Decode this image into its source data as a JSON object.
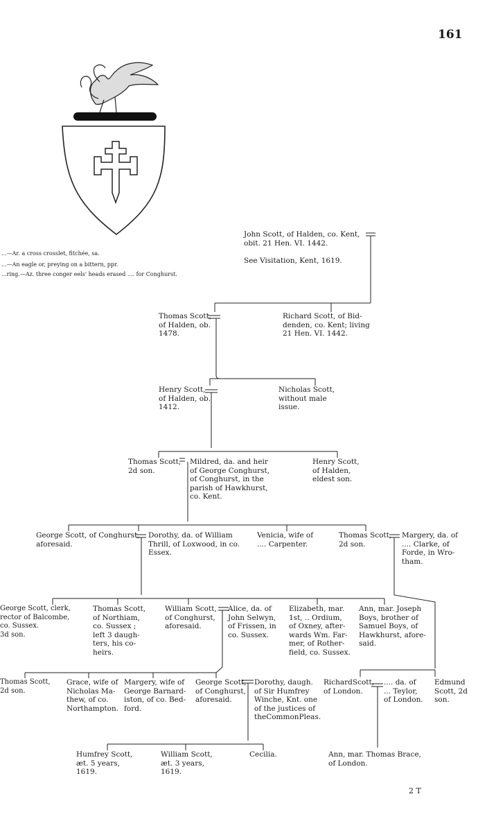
{
  "page": {
    "number": "161",
    "signature": "2 T"
  },
  "arms": [
    "...—Ar. a cross crosslet, fitchée, sa.",
    "...—An eagle or, preying on a bittern, ppr.",
    "...ring.—Az. three conger eels' heads erased .... for Conghurst."
  ],
  "gen1": {
    "john": "John Scott, of Halden, co. Kent,\nobit. 21 Hen. VI. 1442.\n\nSee Visitation, Kent, 1619."
  },
  "gen2": {
    "thomas": "Thomas Scott,\nof Halden, ob.\n1478.",
    "richard": "Richard Scott, of Bid-\ndenden, co. Kent; living\n21 Hen. VI. 1442."
  },
  "gen3": {
    "henry": "Henry Scott,\nof Halden, ob.\n1412.",
    "nicholas": "Nicholas Scott,\nwithout male\nissue."
  },
  "gen4": {
    "thomas": "Thomas Scott,\n2d son.",
    "mildred": "Mildred, da. and heir\nof George Conghurst,\nof Conghurst, in the\nparish of Hawkhurst,\nco. Kent.",
    "henry": "Henry Scott,\nof Halden,\neldest son."
  },
  "gen5": {
    "george": "George Scott, of Conghurst,\naforesaid.",
    "dorothy": "Dorothy, da. of William\nThrill, of Loxwood, in co.\nEssex.",
    "venicia": "Venicia, wife of\n.... Carpenter.",
    "thomas": "Thomas Scott,\n2d son.",
    "margery": "Margery, da. of\n.... Clarke, of\nForde, in Wro-\ntham."
  },
  "gen6": {
    "george_clerk": "George Scott, clerk,\nrector of Balcombe,\nco. Sussex.\n3d son.",
    "thomas": "Thomas Scott,\nof Northiam,\nco. Sussex ;\nleft 3 daugh-\nters, his co-\nheirs.",
    "william": "William Scott,\nof Conghurst,\naforesaid.",
    "alice": "Alice, da. of\nJohn Selwyn,\nof Frissen, in\nco. Sussex.",
    "elizabeth": "Elizabeth, mar.\n1st, .. Ordium,\nof Oxney, after-\nwards Wm. Far-\nmer, of Rother-\nfield, co. Sussex.",
    "ann": "Ann, mar. Joseph\nBoys, brother of\nSamuel Boys, of\nHawkhurst, afore-\nsaid."
  },
  "gen7": {
    "thomas": "Thomas Scott,\n2d son.",
    "grace": "Grace, wife of\nNicholas Ma-\nthew, of co.\nNorthampton.",
    "margery": "Margery, wife of\nGeorge Barnard-\niston, of co. Bed-\nford.",
    "george": "George Scott,\nof Conghurst,\naforesaid.",
    "dorothy": "Dorothy, daugh.\nof Sir Humfrey\nWinche, Knt. one\nof the justices of\ntheCommonPleas.",
    "richard": "RichardScott,\nof London.",
    "teylor": ".... da. of\n... Teylor,\nof London.",
    "edmund": "Edmund\nScott, 2d\nson."
  },
  "gen8": {
    "humfrey": "Humfrey Scott,\næt. 5 years,\n1619.",
    "william": "William Scott,\næt. 3 years,\n1619.",
    "cecilia": "Cecilia.",
    "ann": "Ann, mar. Thomas Brace,\nof London."
  }
}
